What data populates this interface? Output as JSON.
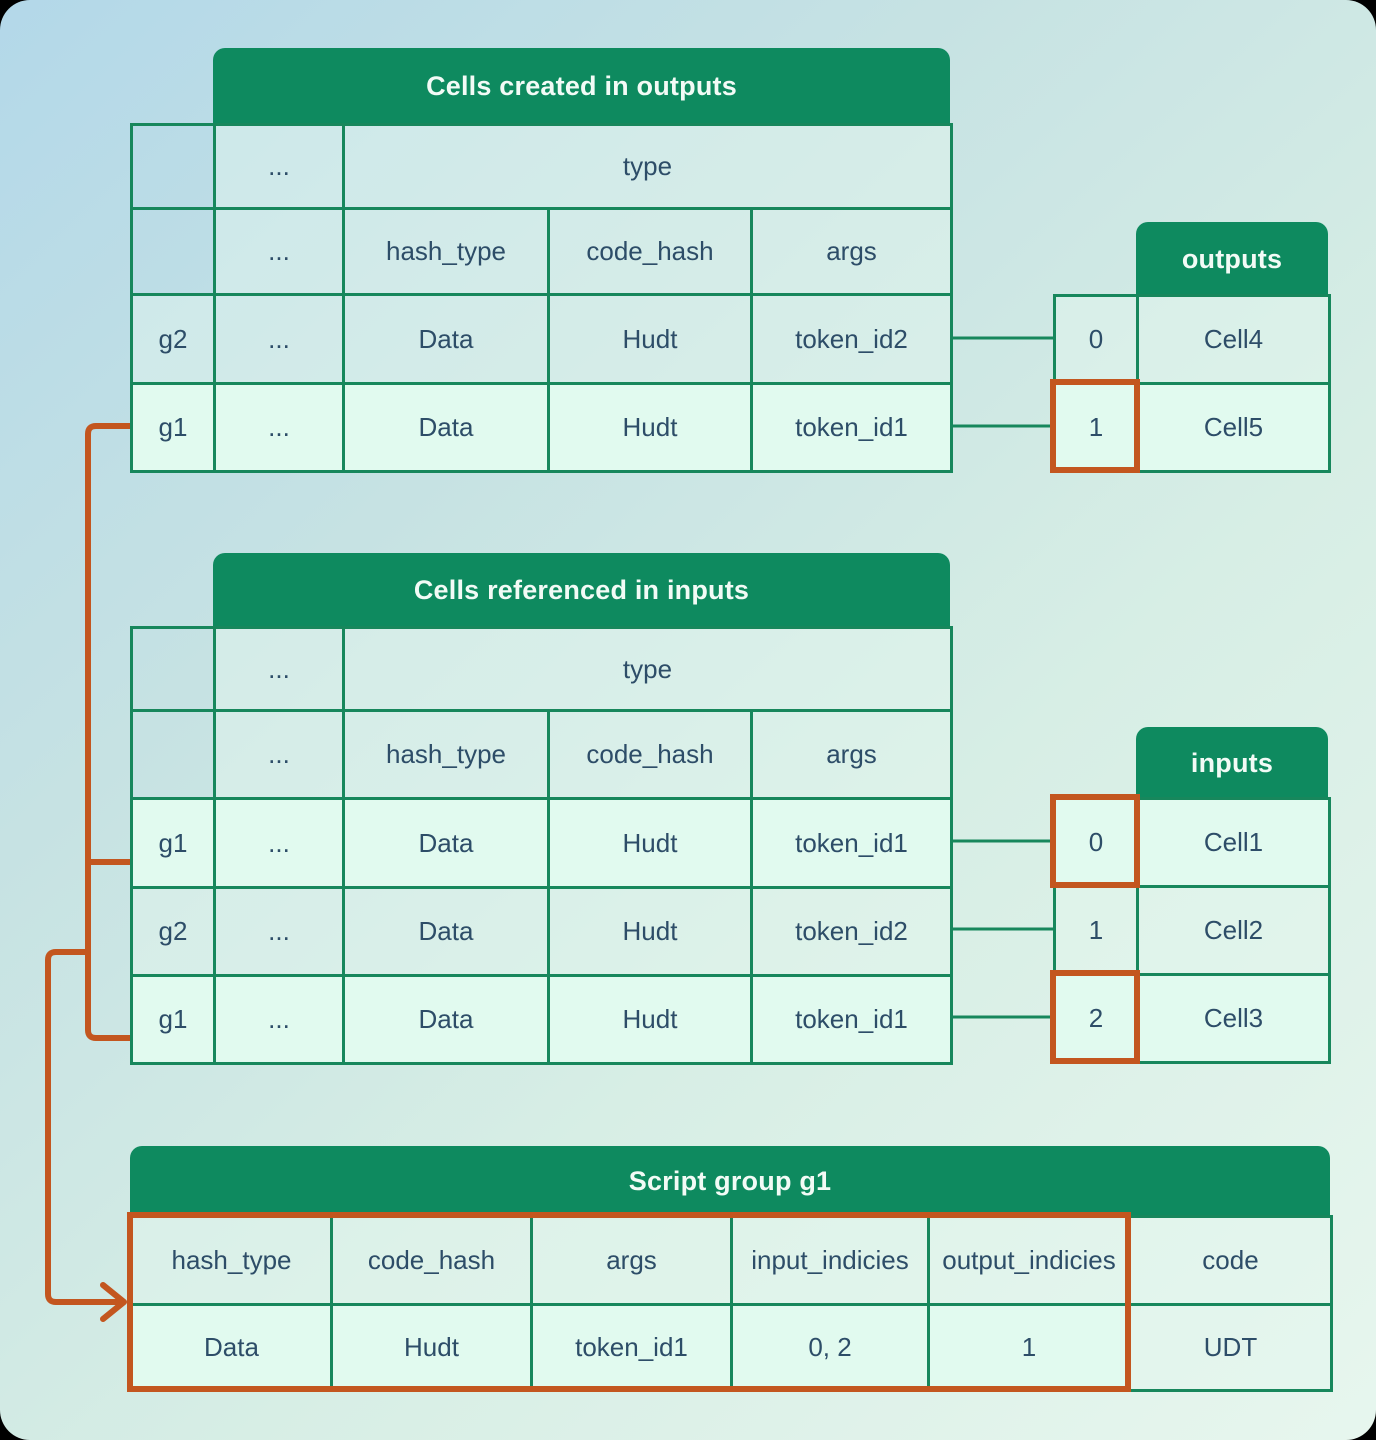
{
  "colors": {
    "header_green": "#0e8a5f",
    "border_green": "#17875c",
    "orange": "#c3561f",
    "mint": "#e1faef",
    "text": "#2d4d68"
  },
  "top_table": {
    "title": "Cells created in outputs",
    "sub1": {
      "dots": "...",
      "type": "type"
    },
    "sub2": {
      "dots": "...",
      "hash_type": "hash_type",
      "code_hash": "code_hash",
      "args": "args"
    },
    "rows": [
      {
        "g": "g2",
        "dots": "...",
        "hash_type": "Data",
        "code_hash": "Hudt",
        "args": "token_id2"
      },
      {
        "g": "g1",
        "dots": "...",
        "hash_type": "Data",
        "code_hash": "Hudt",
        "args": "token_id1"
      }
    ]
  },
  "outputs_panel": {
    "title": "outputs",
    "rows": [
      {
        "index": "0",
        "cell": "Cell4"
      },
      {
        "index": "1",
        "cell": "Cell5"
      }
    ]
  },
  "middle_table": {
    "title": "Cells referenced in inputs",
    "sub1": {
      "dots": "...",
      "type": "type"
    },
    "sub2": {
      "dots": "...",
      "hash_type": "hash_type",
      "code_hash": "code_hash",
      "args": "args"
    },
    "rows": [
      {
        "g": "g1",
        "dots": "...",
        "hash_type": "Data",
        "code_hash": "Hudt",
        "args": "token_id1"
      },
      {
        "g": "g2",
        "dots": "...",
        "hash_type": "Data",
        "code_hash": "Hudt",
        "args": "token_id2"
      },
      {
        "g": "g1",
        "dots": "...",
        "hash_type": "Data",
        "code_hash": "Hudt",
        "args": "token_id1"
      }
    ]
  },
  "inputs_panel": {
    "title": "inputs",
    "rows": [
      {
        "index": "0",
        "cell": "Cell1"
      },
      {
        "index": "1",
        "cell": "Cell2"
      },
      {
        "index": "2",
        "cell": "Cell3"
      }
    ]
  },
  "script_table": {
    "title": "Script group g1",
    "headers": [
      "hash_type",
      "code_hash",
      "args",
      "input_indicies",
      "output_indicies",
      "code"
    ],
    "row": [
      "Data",
      "Hudt",
      "token_id1",
      "0, 2",
      "1",
      "UDT"
    ]
  }
}
